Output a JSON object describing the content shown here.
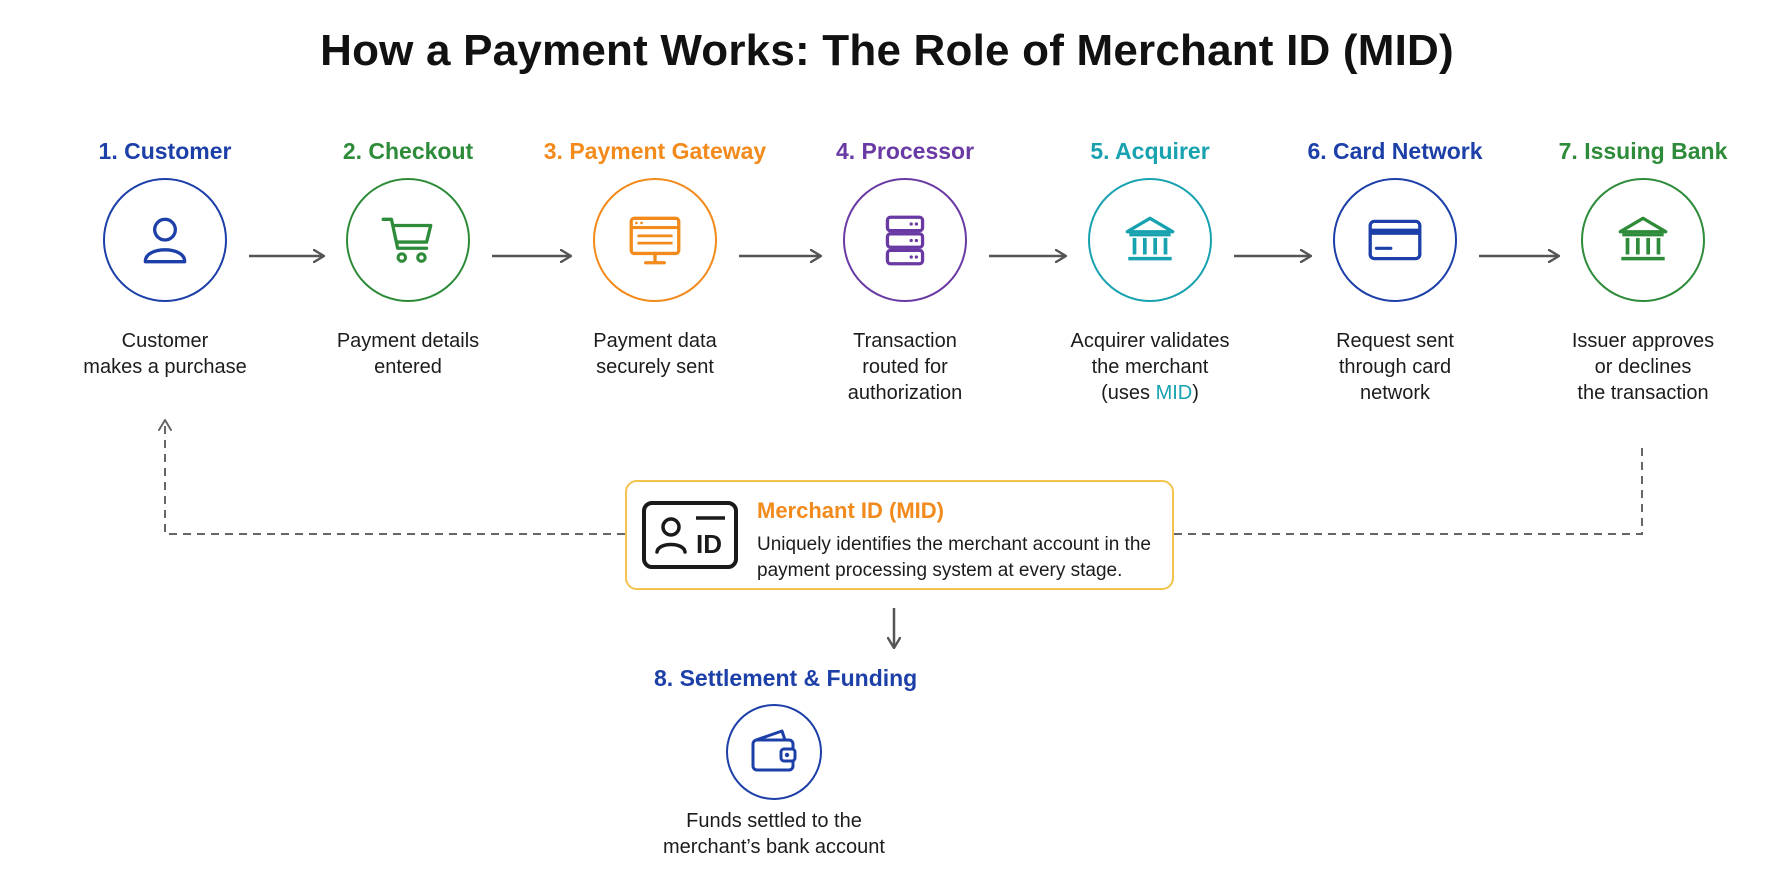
{
  "title": "How a Payment Works: The Role of Merchant ID (MID)",
  "steps": [
    {
      "title": "1. Customer",
      "icon": "person-icon",
      "color": "#1c3fa8",
      "desc": [
        "Customer",
        "makes a purchase"
      ]
    },
    {
      "title": "2. Checkout",
      "icon": "shopping-cart-icon",
      "color": "#2e8b3a",
      "desc": [
        "Payment details",
        "entered"
      ]
    },
    {
      "title": "3. Payment Gateway",
      "icon": "monitor-icon",
      "color": "#f28a1c",
      "desc": [
        "Payment data",
        "securely sent"
      ]
    },
    {
      "title": "4. Processor",
      "icon": "server-icon",
      "color": "#6a3aa4",
      "desc": [
        "Transaction",
        "routed for",
        "authorization"
      ]
    },
    {
      "title": "5. Acquirer",
      "icon": "bank-icon",
      "color": "#18a2b0",
      "desc": [
        "Acquirer validates",
        "the merchant",
        "(uses ",
        "MID",
        ")"
      ]
    },
    {
      "title": "6. Card Network",
      "icon": "credit-card-icon",
      "color": "#1c3fa8",
      "desc": [
        "Request sent",
        "through card",
        "network"
      ]
    },
    {
      "title": "7. Issuing Bank",
      "icon": "bank-icon",
      "color": "#2e8b3a",
      "desc": [
        "Issuer approves",
        "or declines",
        "the transaction"
      ]
    }
  ],
  "mid_box": {
    "title": "Merchant ID (MID)",
    "text": "Uniquely identifies the merchant account in the payment processing system at every stage.",
    "icon": "id-card-icon",
    "border_color": "#f2c44e",
    "title_color": "#f28a1c",
    "icon_letters": "ID"
  },
  "settlement": {
    "title": "8. Settlement & Funding",
    "icon": "wallet-icon",
    "color": "#1c3fa8",
    "desc": [
      "Funds settled to the",
      "merchant’s bank account"
    ]
  },
  "colors": {
    "arrow": "#555555",
    "dashed_line": "#666666"
  }
}
